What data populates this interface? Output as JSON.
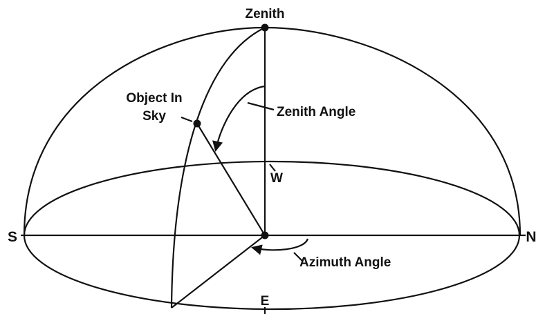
{
  "labels": {
    "zenith": "Zenith",
    "object_line1": "Object In",
    "object_line2": "Sky",
    "zenith_angle": "Zenith Angle",
    "west": "W",
    "south": "S",
    "north": "N",
    "azimuth_angle": "Azimuth Angle",
    "east": "E"
  },
  "colors": {
    "stroke": "#111111",
    "background": "#ffffff"
  }
}
